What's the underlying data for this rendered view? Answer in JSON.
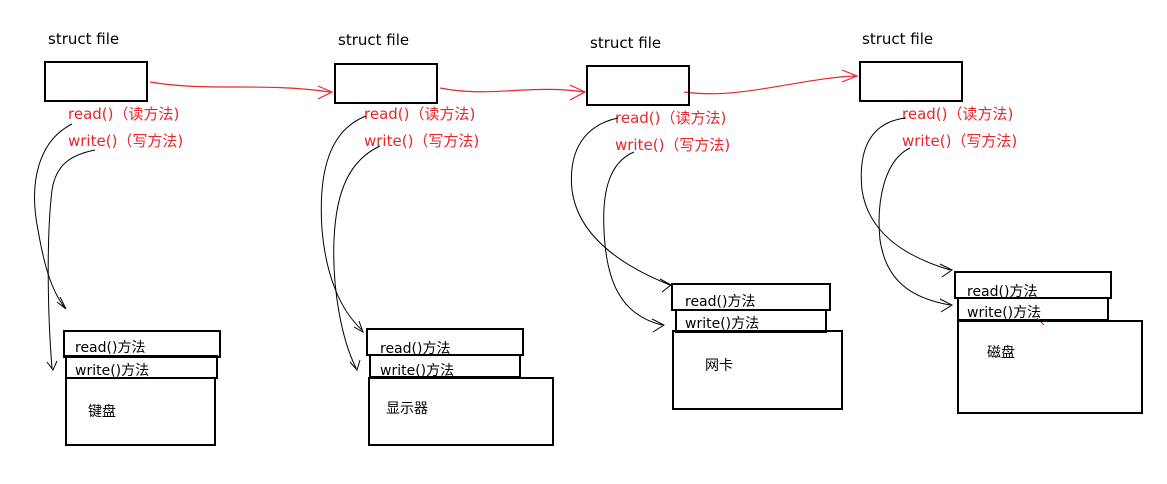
{
  "colors": {
    "accent_red": "#e8262b",
    "ink": "#000000",
    "background": "#ffffff"
  },
  "columns": [
    {
      "title": "struct file",
      "read_label": "read()（读方法)",
      "write_label": "write()（写方法)",
      "dev_read": "read()方法",
      "dev_write": "write()方法",
      "device": "键盘"
    },
    {
      "title": "struct file",
      "read_label": "read()（读方法)",
      "write_label": "write()（写方法)",
      "dev_read": "read()方法",
      "dev_write": "write()方法",
      "device": "显示器"
    },
    {
      "title": "struct file",
      "read_label": "read()（读方法)",
      "write_label": "write()（写方法)",
      "dev_read": "read()方法",
      "dev_write": "write()方法",
      "device": "网卡"
    },
    {
      "title": "struct file",
      "read_label": "read()（读方法)",
      "write_label": "write()（写方法)",
      "dev_read": "read()方法",
      "dev_write": "write()方法",
      "device": "磁盘"
    }
  ]
}
